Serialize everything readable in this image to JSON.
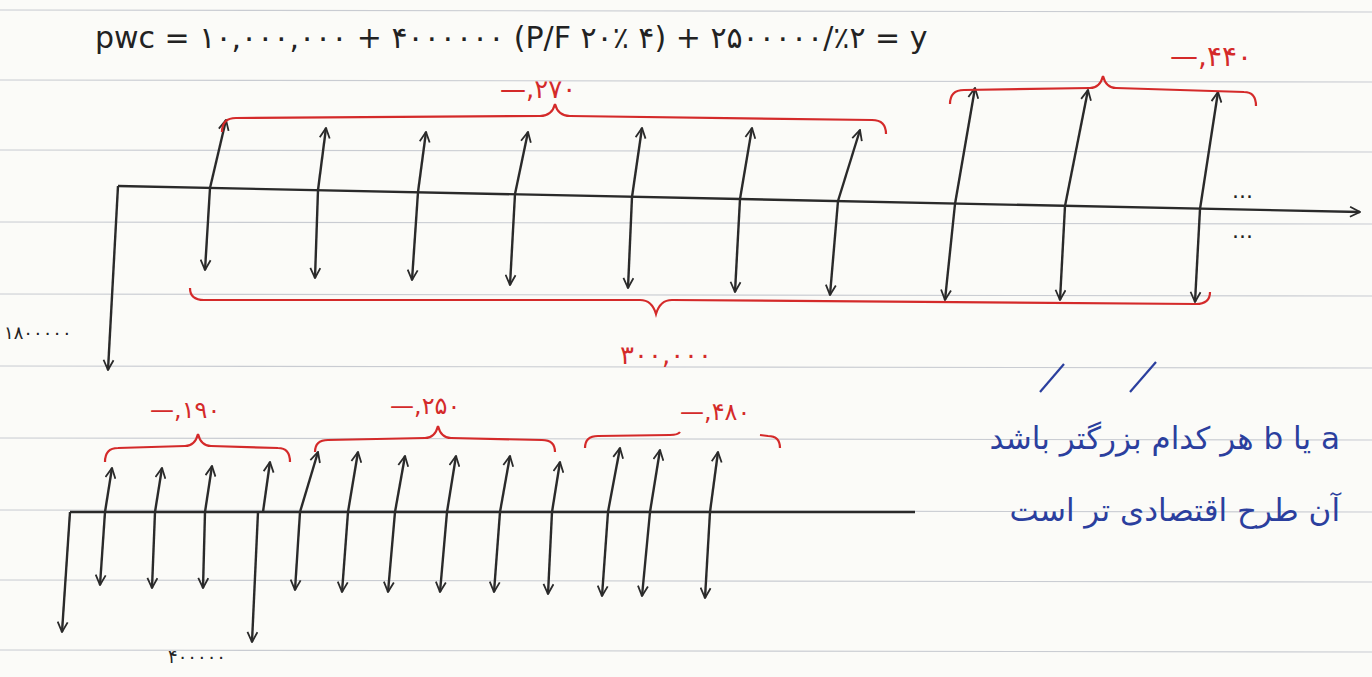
{
  "diagram": {
    "labels": [
      "pwc = ۱۰,۰۰۰,۰۰۰ + ۴۰۰۰۰۰۰ (P/F ۲۰٪ ۴) + ۲۵۰۰۰۰۰/٪۲ = y",
      "۲۷۰,—",
      "۴۴۰,—",
      "۳۰۰,۰۰۰",
      "۱۸۰۰۰۰۰",
      "۱۹۰,—",
      "۲۵۰,—",
      "۴۸۰,—",
      "۴۰۰۰۰۰",
      "a یا b هر کدام بزرگتر باشد آن طرح اقتصادی تر است",
      "...",
      "..."
    ]
  }
}
